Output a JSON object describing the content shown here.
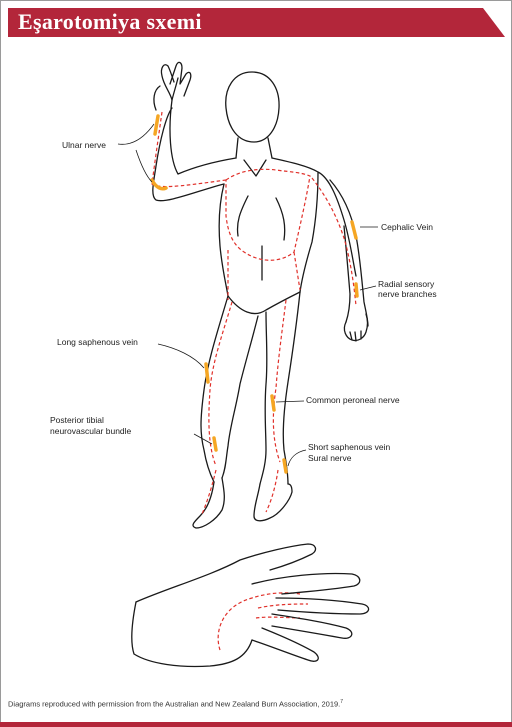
{
  "title": "Eşarotomiya sxemi",
  "labels": {
    "ulnar_nerve": "Ulnar nerve",
    "cephalic_vein": "Cephalic Vein",
    "radial_sensory_1": "Radial sensory",
    "radial_sensory_2": "nerve branches",
    "long_saphenous": "Long saphenous vein",
    "common_peroneal": "Common peroneal nerve",
    "posterior_tibial_1": "Posterior tibial",
    "posterior_tibial_2": "neurovascular bundle",
    "short_saphenous": "Short saphenous vein",
    "sural_nerve": "Sural nerve"
  },
  "footer": {
    "text": "Diagrams reproduced with permission from the Australian and New Zealand Burn Association, 2019.",
    "ref": "7"
  },
  "colors": {
    "accent": "#b3263a",
    "incision": "#e0302a",
    "highlight": "#f5a623"
  }
}
